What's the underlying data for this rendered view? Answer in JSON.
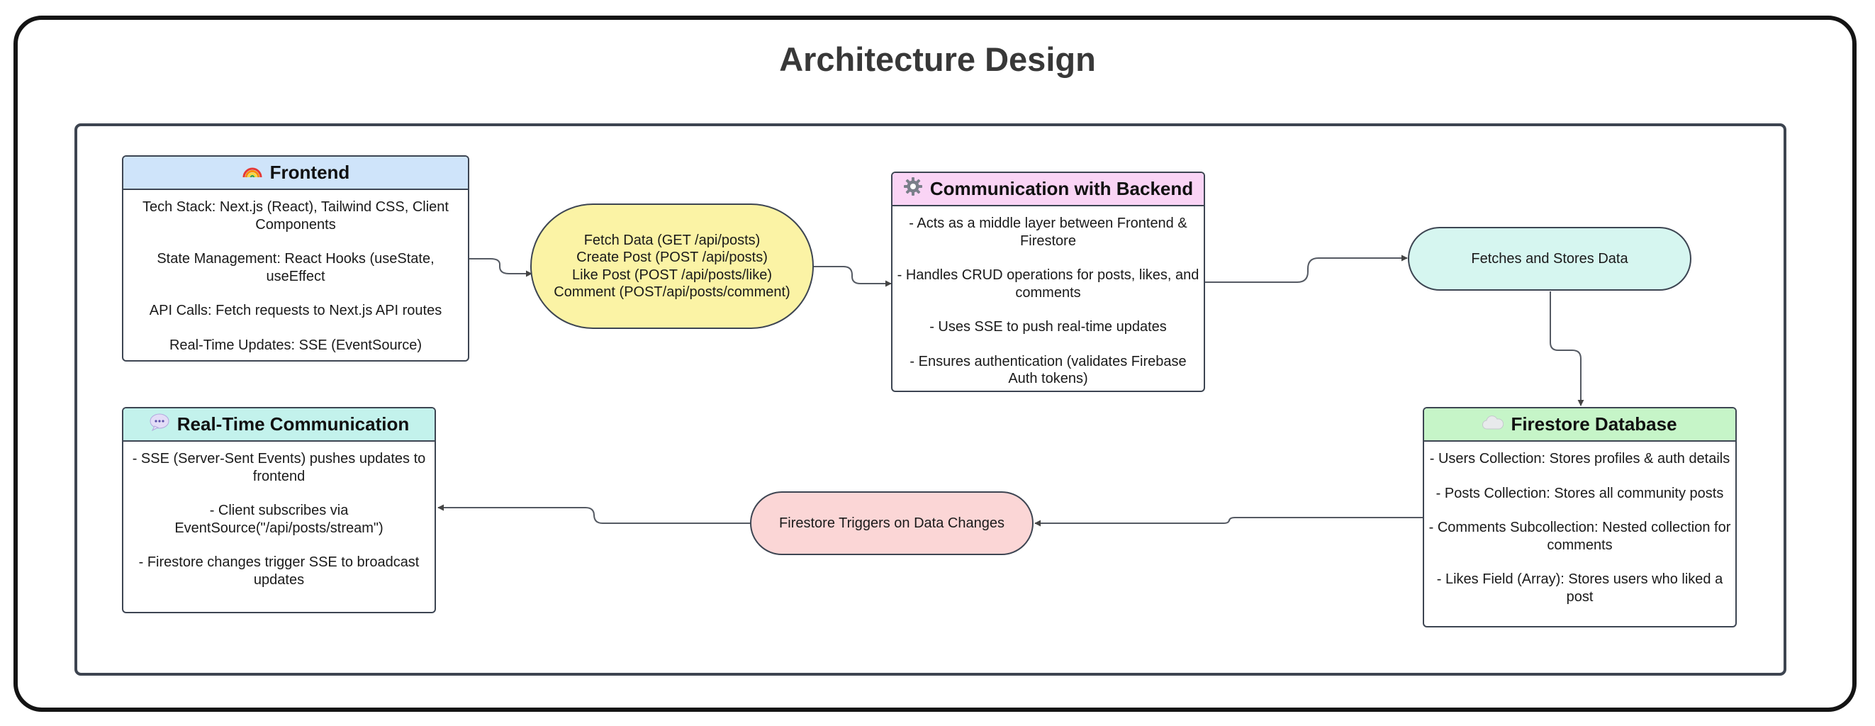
{
  "diagram": {
    "title": "Architecture Design"
  },
  "nodes": {
    "frontend": {
      "title": "Frontend",
      "icon": "rainbow-icon",
      "header_color": "#cfe4fa",
      "items": [
        "Tech Stack: Next.js (React), Tailwind CSS, Client Components",
        "State Management: React Hooks (useState, useEffect",
        "API Calls: Fetch requests to Next.js API routes",
        "Real-Time Updates: SSE (EventSource)"
      ]
    },
    "api_requests": {
      "color": "#fbf3a5",
      "lines": [
        "Fetch Data (GET /api/posts)",
        "Create Post (POST /api/posts)",
        "Like Post (POST /api/posts/like)",
        "Comment (POST/api/posts/comment)"
      ]
    },
    "backend": {
      "title": "Communication with Backend",
      "icon": "gear-icon",
      "header_color": "#fad4f5",
      "items": [
        "- Acts as a middle layer between Frontend & Firestore",
        "- Handles CRUD operations for posts, likes, and comments",
        "- Uses SSE to push real-time updates",
        "- Ensures authentication (validates Firebase Auth tokens)"
      ]
    },
    "fetch_store": {
      "label": "Fetches and Stores Data",
      "color": "#d6f6f0"
    },
    "firestore": {
      "title": "Firestore Database",
      "icon": "cloud-icon",
      "header_color": "#c6f5c8",
      "items": [
        "- Users Collection: Stores profiles & auth details",
        "- Posts Collection: Stores all community posts",
        "- Comments Subcollection: Nested collection for comments",
        "- Likes Field (Array): Stores users who liked a post"
      ]
    },
    "triggers": {
      "label": "Firestore Triggers on Data Changes",
      "color": "#fbd6d6"
    },
    "realtime": {
      "title": "Real-Time Communication",
      "icon": "speech-bubble-icon",
      "header_color": "#c3f2ec",
      "items": [
        "- SSE (Server-Sent Events) pushes updates to frontend",
        "- Client subscribes via EventSource(\"/api/posts/stream\")",
        "- Firestore changes trigger SSE to broadcast updates"
      ]
    }
  },
  "colors": {
    "outline": "#3d4552",
    "connector": "#555a63",
    "outer_frame": "#141414",
    "title": "#383838"
  }
}
